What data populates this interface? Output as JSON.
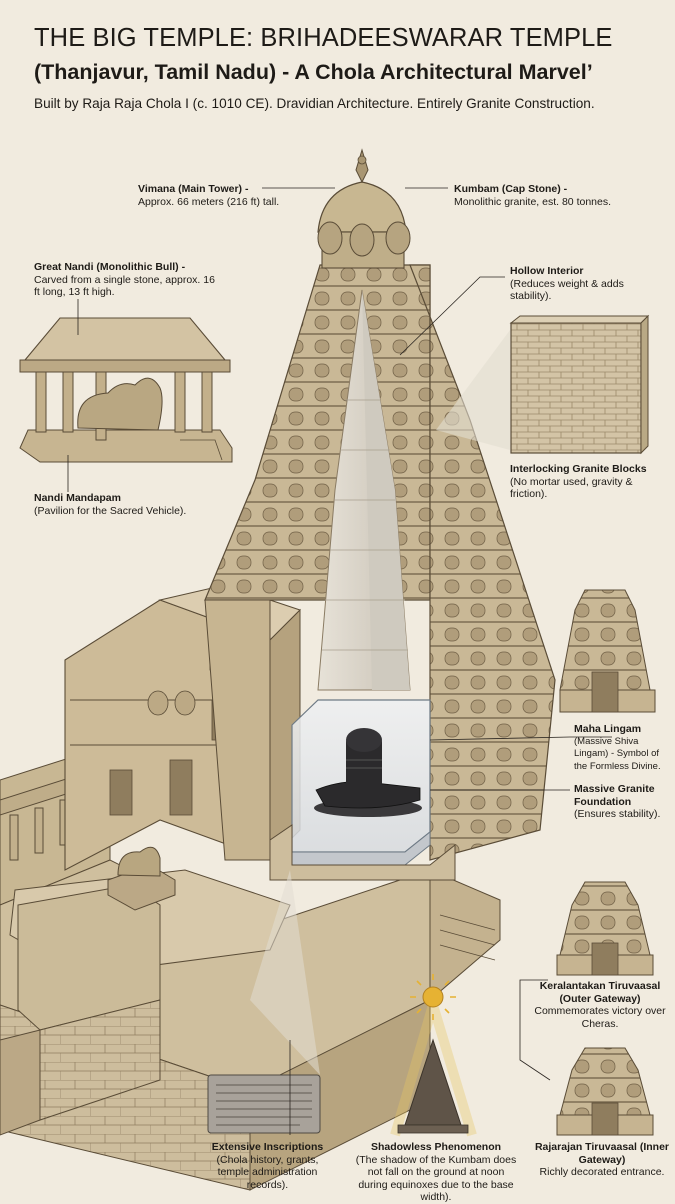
{
  "header": {
    "title_line1": "THE BIG TEMPLE: BRIHADEESWARAR TEMPLE",
    "title_line2": "(Thanjavur, Tamil Nadu) - A Chola Architectural Marvel’",
    "subtitle": "Built by Raja Raja Chola I (c. 1010 CE). Dravidian Architecture. Entirely Granite Construction."
  },
  "labels": {
    "vimana": {
      "title": "Vimana (Main Tower) -",
      "desc": "Approx. 66 meters (216 ft) tall."
    },
    "kumbam": {
      "title": "Kumbam (Cap Stone) -",
      "desc": "Monolithic granite, est. 80 tonnes."
    },
    "nandi": {
      "title": "Great Nandi (Monolithic Bull) -",
      "desc": "Carved from a single stone, approx. 16 ft long, 13 ft high."
    },
    "hollow": {
      "title": "Hollow Interior",
      "desc": "(Reduces weight & adds stability)."
    },
    "blocks": {
      "title": "Interlocking Granite Blocks",
      "desc": "(No mortar used, gravity & friction)."
    },
    "mandapam": {
      "title": "Nandi Mandapam",
      "desc": "(Pavilion for the Sacred Vehicle)."
    },
    "lingam": {
      "title": "Maha Lingam",
      "desc": "(Massive Shiva Lingam) - Symbol of the Formless Divine."
    },
    "foundation": {
      "title": "Massive Granite Foundation",
      "desc": "(Ensures stability)."
    },
    "keralantakan": {
      "title": "Keralantakan Tiruvaasal (Outer Gateway)",
      "desc": "Commemorates victory over Cheras."
    },
    "inscriptions": {
      "title": "Extensive Inscriptions",
      "desc": "(Chola history, grants, temple administration records)."
    },
    "shadowless": {
      "title": "Shadowless Phenomenon",
      "desc": "(The shadow of the Kumbam does not fall on the ground at noon during equinoxes due to the base width)."
    },
    "rajarajan": {
      "title": "Rajarajan Tiruvaasal (Inner Gateway)",
      "desc": "Richly decorated entrance."
    }
  },
  "colors": {
    "background": "#f1ebdf",
    "stone_light": "#d6c7a9",
    "stone_mid": "#b9a683",
    "stone_dark": "#8a7858",
    "outline": "#5a4c37",
    "lingam": "#2b2a2c",
    "sun": "#e6b233"
  }
}
